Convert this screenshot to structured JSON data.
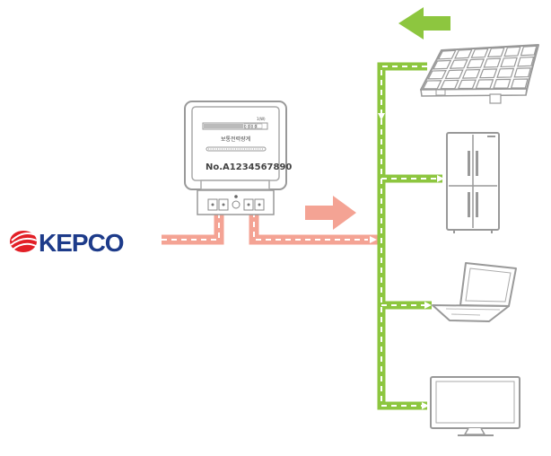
{
  "logo": {
    "text": "KEPCO",
    "brand_color": "#1d3b8a",
    "accent_color": "#e21f26"
  },
  "meter": {
    "title": "보통전력량계",
    "serial": "No.A1234567890",
    "tiny_label": "1(W)",
    "tiny_digits": "0 0 0 0"
  },
  "colors": {
    "grid_flow": "#f4a394",
    "solar_flow": "#8dc63f",
    "appliance_outline": "#999999",
    "dash": "#ffffff"
  },
  "icons": {
    "logo": "kepco-logo",
    "meter": "electricity-meter-icon",
    "solar": "solar-panel-icon",
    "fridge": "refrigerator-icon",
    "laptop": "laptop-icon",
    "tv": "television-icon",
    "grid_arrow": "arrow-right-icon",
    "solar_arrow": "arrow-left-icon"
  }
}
